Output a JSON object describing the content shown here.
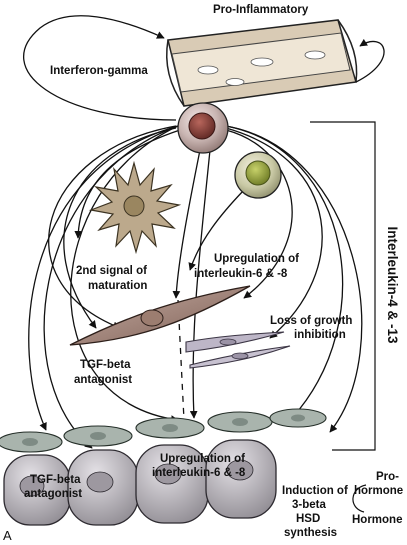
{
  "labels": {
    "pro_inflammatory": "Pro-Inflammatory",
    "interferon_gamma": "Interferon-gamma",
    "interleukin_4_13": "Interleukin-4 & -13",
    "second_signal_line1": "2nd signal of",
    "second_signal_line2": "maturation",
    "upreg_top_line1": "Upregulation of",
    "upreg_top_line2": "interleukin-6 & -8",
    "loss_growth_line1": "Loss of growth",
    "loss_growth_line2": "inhibition",
    "tgf_top_line1": "TGF-beta",
    "tgf_top_line2": "antagonist",
    "upreg_bottom_line1": "Upregulation of",
    "upreg_bottom_line2": "interleukin-6 & -8",
    "tgf_bottom_line1": "TGF-beta",
    "tgf_bottom_line2": "antagonist",
    "induction_line1": "Induction of",
    "induction_line2": "3-beta",
    "induction_line3": "HSD",
    "induction_line4": "synthesis",
    "prohormone_line1": "Pro-",
    "prohormone_line2": "hormone",
    "hormone": "Hormone",
    "panel_letter": "A"
  },
  "colors": {
    "vessel": "#e7dccb",
    "macrophage": "#8b4a44",
    "th2_cell": "#a8b24a",
    "dendritic": "#bca98c",
    "fibroblast": "#a3867a",
    "myofibroblast": "#bdb6c7",
    "epithelial_flat": "#a9b4ad",
    "epithelial_basal": "#b5b1b7"
  }
}
